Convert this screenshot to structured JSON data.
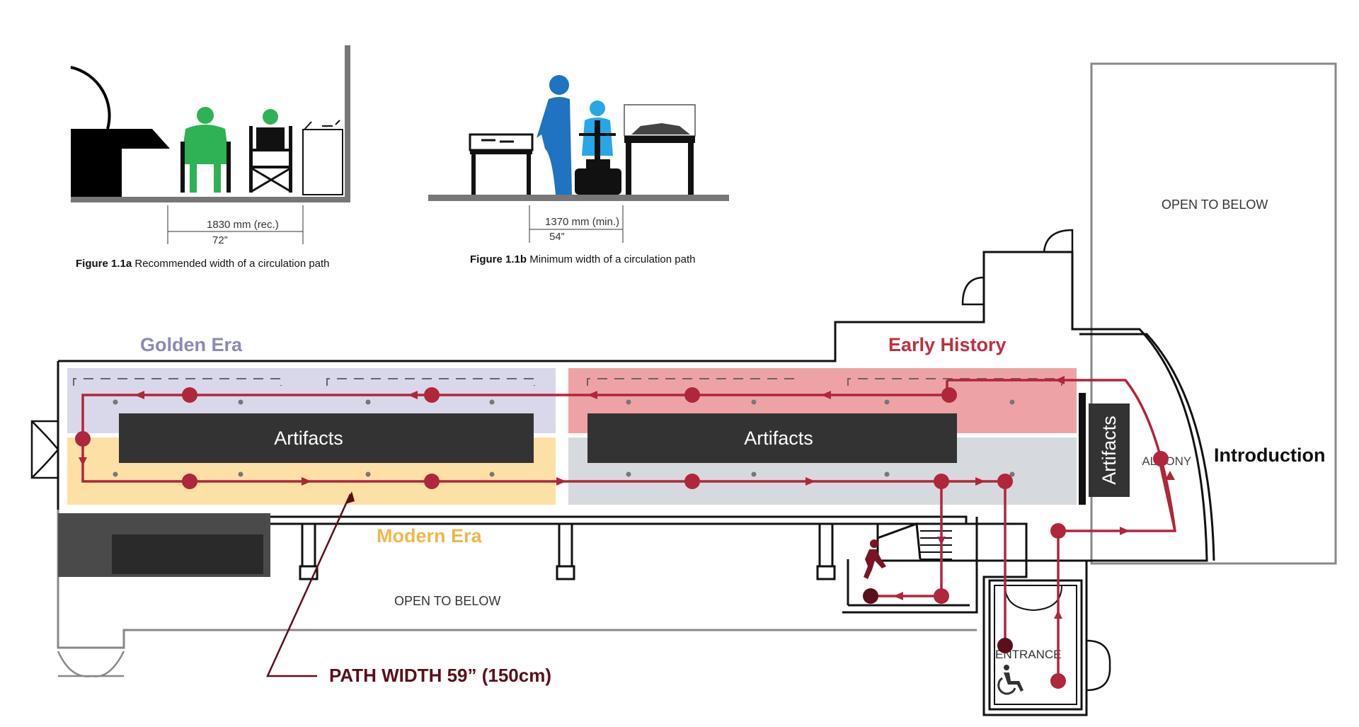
{
  "figures": {
    "fig_a": {
      "dimension_mm": "1830 mm (rec.)",
      "dimension_in": "72”",
      "caption_bold": "Figure 1.1a",
      "caption_text": " Recommended width of a circulation path"
    },
    "fig_b": {
      "dimension_mm": "1370 mm (min.)",
      "dimension_in": "54”",
      "caption_bold": "Figure 1.1b",
      "caption_text": " Minimum width of a circulation path"
    }
  },
  "plan": {
    "zones": {
      "golden_era": "Golden Era",
      "early_history": "Early History",
      "modern_era": "Modern Era",
      "introduction": "Introduction"
    },
    "artifacts": [
      "Artifacts",
      "Artifacts",
      "Artifacts"
    ],
    "labels": {
      "open_to_below_top": "OPEN TO BELOW",
      "open_to_below_bottom": "OPEN TO BELOW",
      "balcony": "BALCONY",
      "entrance": "ENTRANCE",
      "path_width": "PATH WIDTH 59” (150cm)"
    },
    "colors": {
      "golden_era": "#8c88b8",
      "early_history": "#c0303f",
      "modern_era": "#f0b84a",
      "path": "#b0263a",
      "path_dark": "#5a0f1c",
      "artifact_block": "#333333",
      "wheelchair_green": "#2fb155",
      "person_blue": "#1f73c0",
      "person_light_blue": "#29a6e6"
    }
  }
}
